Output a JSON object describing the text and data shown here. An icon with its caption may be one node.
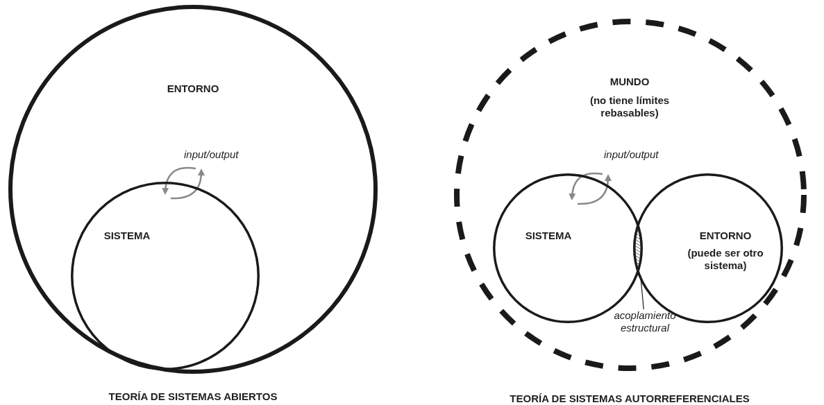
{
  "diagram": {
    "nodes": [
      {
        "text": [
          "ENTORNO"
        ],
        "beside": [
          "TEORÍA DE SISTEMAS ABIERTOS"
        ]
      },
      {
        "text": [
          "SISTEMA"
        ],
        "in": 0
      },
      {
        "text": [
          "MUNDO",
          "(no tiene límites rebasables)"
        ],
        "beside": [
          "TEORÍA DE SISTEMAS AUTORREFERENCIALES"
        ]
      },
      {
        "text": [
          "SISTEMA"
        ],
        "in": 2
      },
      {
        "text": [
          "ENTORNO",
          "(puede ser otro sistema)"
        ],
        "in": 2
      },
      {
        "text": [
          "acoplamiento estructural"
        ],
        "in": 2
      },
      {
        "text": [],
        "shape": "lens"
      }
    ],
    "edges": [
      {
        "from": 5,
        "to": 6,
        "arrow": "none"
      }
    ],
    "labels": [
      "input/output",
      "input/output"
    ]
  }
}
